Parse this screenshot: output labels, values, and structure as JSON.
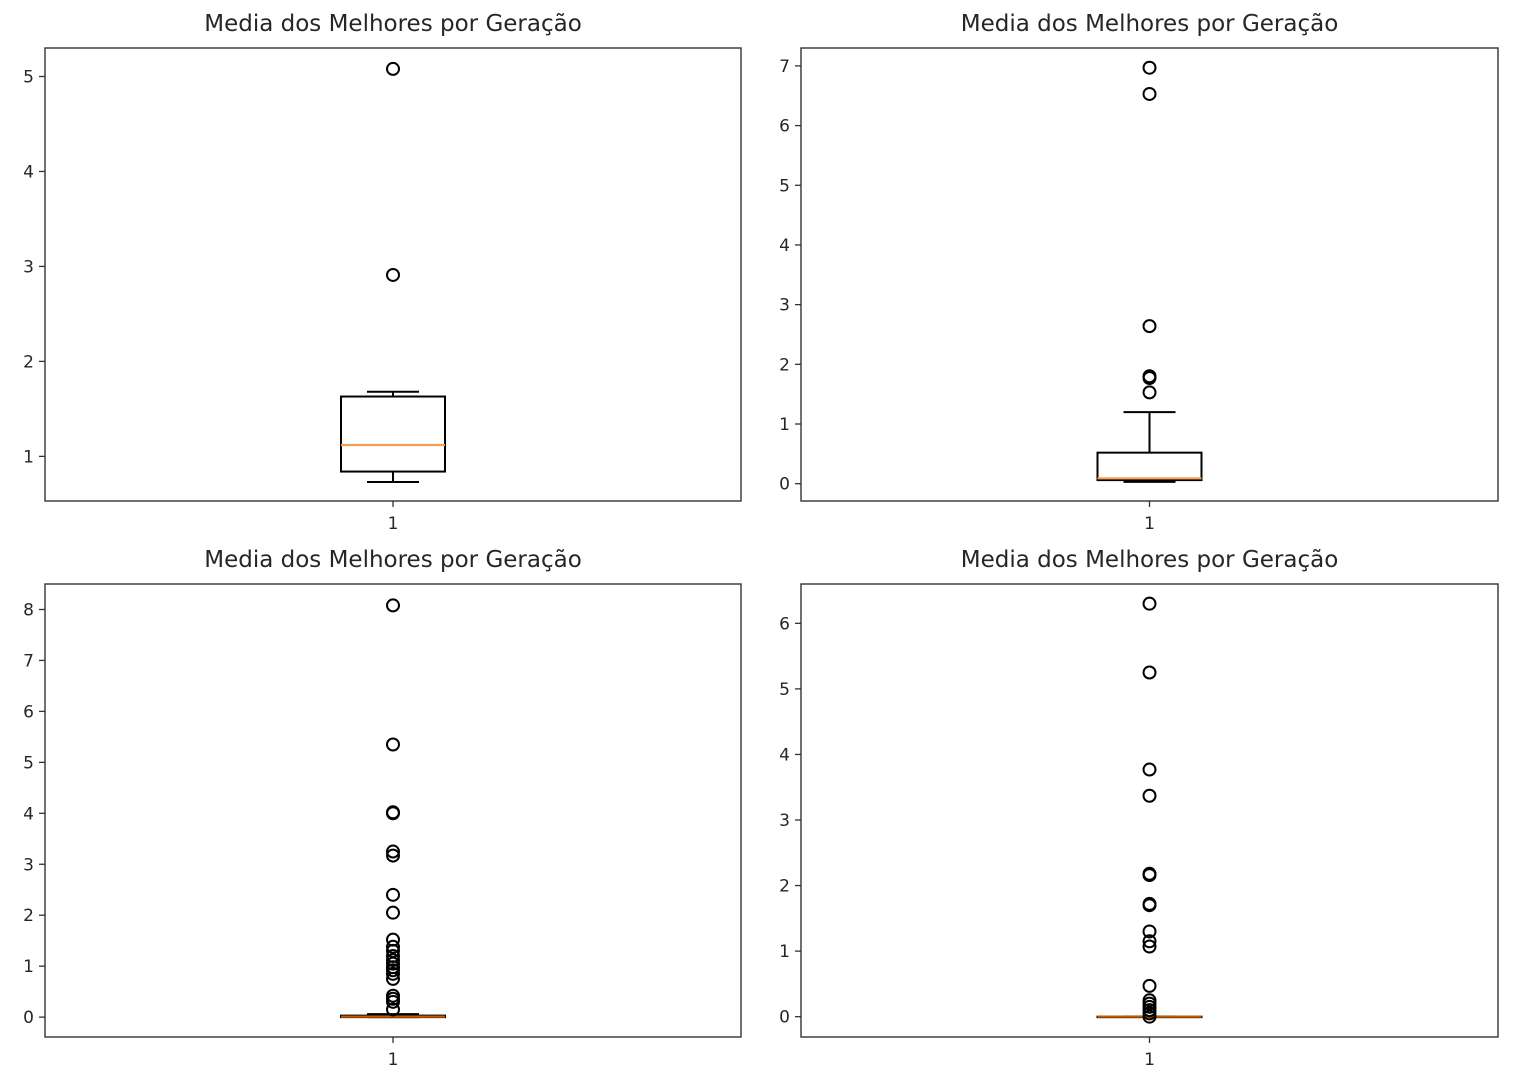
{
  "chart_data": [
    {
      "type": "box",
      "title": "Media dos Melhores por Geração",
      "categories": [
        "1"
      ],
      "ylim": [
        0.53,
        5.3
      ],
      "yticks": [
        "1",
        "2",
        "3",
        "4",
        "5"
      ],
      "box": {
        "whisker_low": 0.73,
        "q1": 0.84,
        "median": 1.12,
        "q3": 1.63,
        "whisker_high": 1.68
      },
      "outliers": [
        5.08,
        2.91
      ],
      "colors": {
        "box": "#000000",
        "median": "#f5a050"
      }
    },
    {
      "type": "box",
      "title": "Media dos Melhores por Geração",
      "categories": [
        "1"
      ],
      "ylim": [
        -0.29,
        7.3
      ],
      "yticks": [
        "0",
        "1",
        "2",
        "3",
        "4",
        "5",
        "6",
        "7"
      ],
      "box": {
        "whisker_low": 0.03,
        "q1": 0.06,
        "median": 0.09,
        "q3": 0.52,
        "whisker_high": 1.2
      },
      "outliers": [
        6.97,
        6.53,
        2.64,
        1.8,
        1.77,
        1.53
      ],
      "colors": {
        "box": "#000000",
        "median": "#f5a050"
      }
    },
    {
      "type": "box",
      "title": "Media dos Melhores por Geração",
      "categories": [
        "1"
      ],
      "ylim": [
        -0.39,
        8.5
      ],
      "yticks": [
        "0",
        "1",
        "2",
        "3",
        "4",
        "5",
        "6",
        "7",
        "8"
      ],
      "box": {
        "whisker_low": 0.0,
        "q1": 0.0,
        "median": 0.01,
        "q3": 0.03,
        "whisker_high": 0.06
      },
      "outliers": [
        8.08,
        5.35,
        4.02,
        4.0,
        3.25,
        3.17,
        2.4,
        2.05,
        1.52,
        1.38,
        1.3,
        1.2,
        1.12,
        1.05,
        0.98,
        0.92,
        0.85,
        0.75,
        0.42,
        0.36,
        0.3,
        0.15
      ],
      "colors": {
        "box": "#000000",
        "median": "#c25a00"
      }
    },
    {
      "type": "box",
      "title": "Media dos Melhores por Geração",
      "categories": [
        "1"
      ],
      "ylim": [
        -0.31,
        6.6
      ],
      "yticks": [
        "0",
        "1",
        "2",
        "3",
        "4",
        "5",
        "6"
      ],
      "box": {
        "whisker_low": 0.0,
        "q1": 0.0,
        "median": 0.0,
        "q3": 0.0,
        "whisker_high": 0.0
      },
      "outliers": [
        6.3,
        5.25,
        3.77,
        3.37,
        2.18,
        2.16,
        1.72,
        1.7,
        1.3,
        1.15,
        1.07,
        0.47,
        0.25,
        0.2,
        0.15,
        0.1,
        0.05,
        0.0
      ],
      "colors": {
        "box": "#000000",
        "median": "#c25a00"
      }
    }
  ]
}
